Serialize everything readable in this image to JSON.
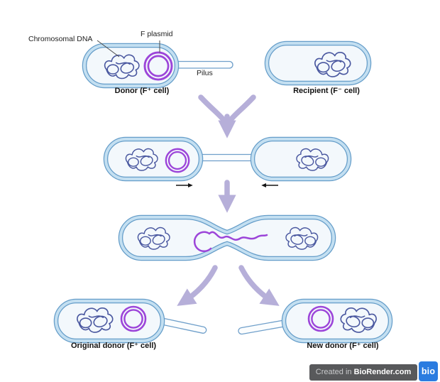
{
  "labels": {
    "chromosomal_dna": "Chromosomal DNA",
    "f_plasmid": "F plasmid",
    "pilus": "Pilus",
    "donor": "Donor (F⁺ cell)",
    "recipient": "Recipient (F⁻ cell)",
    "original_donor": "Original donor (F⁺ cell)",
    "new_donor": "New donor (F⁺ cell)"
  },
  "watermark": {
    "prefix": "Created in ",
    "brand": "BioRender.com",
    "logo": "bio"
  },
  "colors": {
    "membrane_outline": "#659dc9",
    "membrane_band": "#c3dff1",
    "cytoplasm": "#f3f8fc",
    "chromosomal_dna": "#4a58a0",
    "plasmid_purple": "#9c45d9",
    "transition_arrow": "#b6afd9",
    "direction_arrow": "#151515",
    "watermark_bg": "#58595b",
    "watermark_text": "#c9cacc",
    "brand_text": "#ffffff",
    "logo_bg": "#2b7ce0"
  }
}
